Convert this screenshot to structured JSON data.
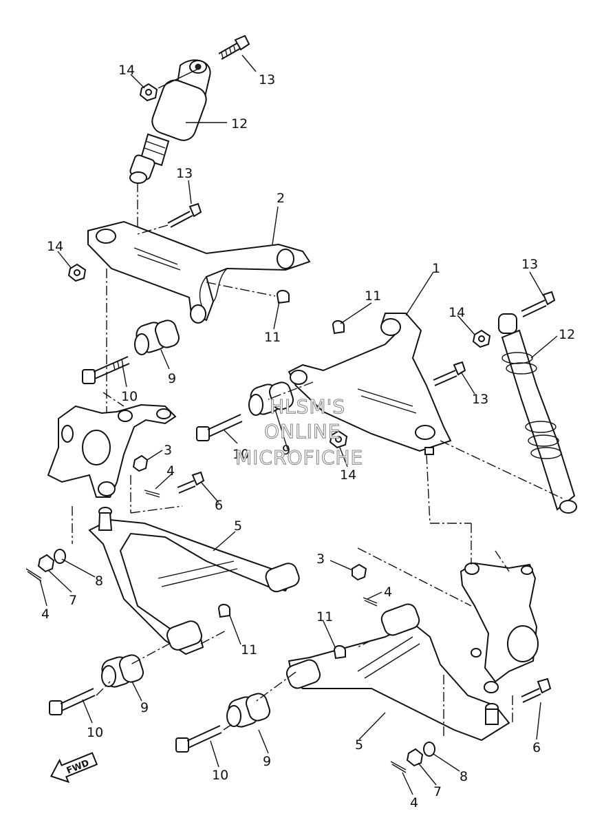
{
  "callouts": {
    "c1": "1",
    "c2": "2",
    "c3a": "3",
    "c3b": "3",
    "c4a": "4",
    "c4b": "4",
    "c4c": "4",
    "c4d": "4",
    "c5a": "5",
    "c5b": "5",
    "c6a": "6",
    "c6b": "6",
    "c7a": "7",
    "c7b": "7",
    "c8a": "8",
    "c8b": "8",
    "c9a": "9",
    "c9b": "9",
    "c9c": "9",
    "c9d": "9",
    "c10a": "10",
    "c10b": "10",
    "c10c": "10",
    "c10d": "10",
    "c11a": "11",
    "c11b": "11",
    "c11c": "11",
    "c11d": "11",
    "c12a": "12",
    "c12b": "12",
    "c13a": "13",
    "c13b": "13",
    "c13c": "13",
    "c13d": "13",
    "c14a": "14",
    "c14b": "14",
    "c14c": "14",
    "c14d": "14"
  },
  "watermark": {
    "line1": "HLSM'S",
    "line2": "ONLINE",
    "line3": "MICROFICHE"
  },
  "fwd_label": "FWD"
}
